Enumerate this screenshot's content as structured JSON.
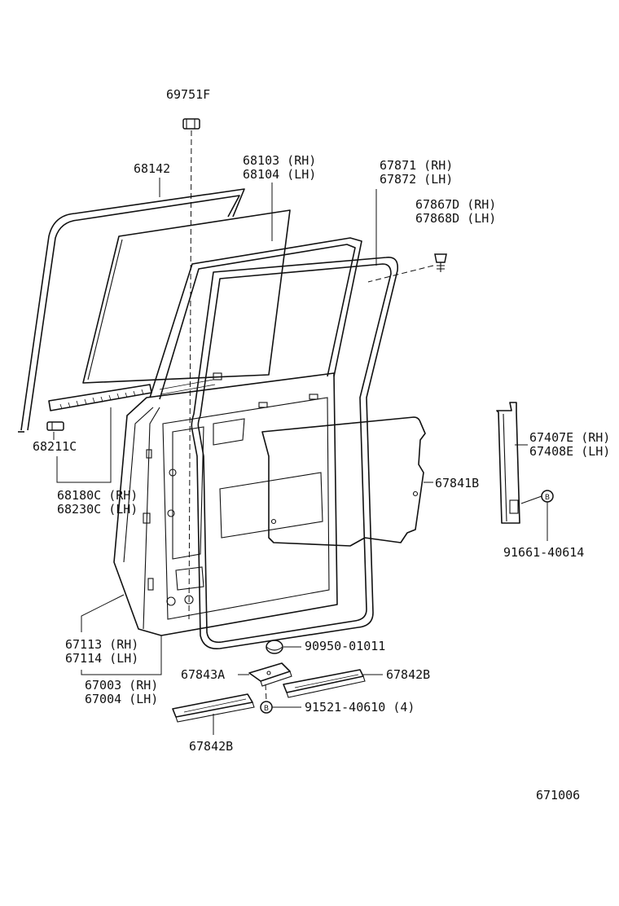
{
  "diagram_id": "671006",
  "labels": {
    "p69751F": "69751F",
    "p68142": "68142",
    "p68103": "68103 (RH)",
    "p68104": "68104 (LH)",
    "p67871": "67871 (RH)",
    "p67872": "67872 (LH)",
    "p67867D": "67867D (RH)",
    "p67868D": "67868D (LH)",
    "p68211C": "68211C",
    "p68180C": "68180C (RH)",
    "p68230C": "68230C (LH)",
    "p67841B": "67841B",
    "p67407E": "67407E (RH)",
    "p67408E": "67408E (LH)",
    "p91661": "91661-40614",
    "p67113": "67113 (RH)",
    "p67114": "67114 (LH)",
    "p67003": "67003 (RH)",
    "p67004": "67004 (LH)",
    "p90950": "90950-01011",
    "p67843A": "67843A",
    "p67842B_right": "67842B",
    "p91521": "91521-40610 (4)",
    "p67842B_bottom": "67842B"
  },
  "callout_letter": "B"
}
